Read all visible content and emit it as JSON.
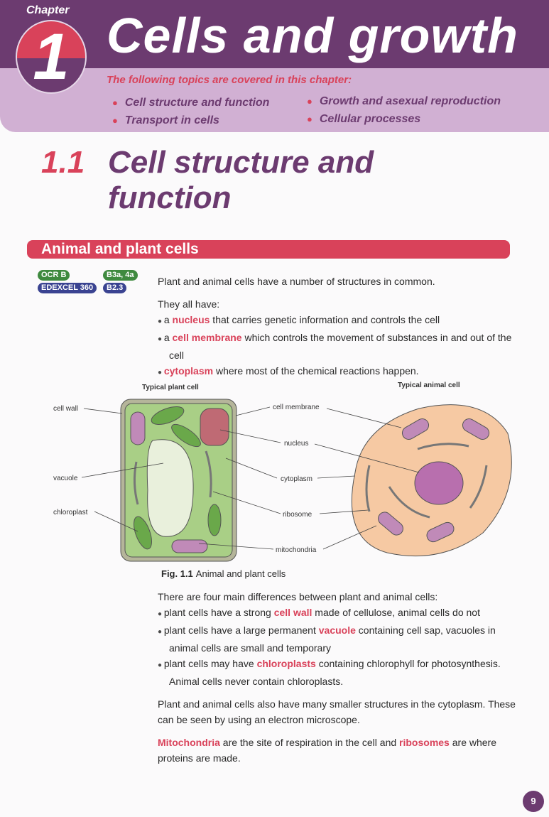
{
  "chapter": {
    "label": "Chapter",
    "number": "1",
    "title": "Cells and growth",
    "covered_intro": "The following topics are covered in this chapter:",
    "topics": [
      "Cell structure and function",
      "Transport in cells",
      "Growth and asexual reproduction",
      "Cellular processes"
    ]
  },
  "section": {
    "number": "1.1",
    "title": "Cell structure and function",
    "subheading": "Animal and plant cells"
  },
  "badges": {
    "ocr": "OCR B",
    "ocr_ref": "B3a, 4a",
    "edexcel": "EDEXCEL 360",
    "edexcel_ref": "B2.3"
  },
  "intro": {
    "p1": "Plant and animal cells have a number of structures in common.",
    "p2": "They all have:",
    "items": [
      {
        "pre": "a ",
        "kw": "nucleus",
        "post": " that carries genetic information and controls the cell"
      },
      {
        "pre": "a ",
        "kw": "cell membrane",
        "post": " which controls the movement of substances in and out of the cell"
      },
      {
        "pre": "",
        "kw": "cytoplasm",
        "post": " where most of the chemical reactions happen."
      }
    ]
  },
  "figure": {
    "plant_title": "Typical plant cell",
    "animal_title": "Typical animal cell",
    "labels": {
      "cell_wall": "cell wall",
      "vacuole": "vacuole",
      "chloroplast": "chloroplast",
      "cell_membrane": "cell membrane",
      "nucleus": "nucleus",
      "cytoplasm": "cytoplasm",
      "ribosome": "ribosome",
      "mitochondria": "mitochondria"
    },
    "caption_num": "Fig. 1.1",
    "caption": "Animal and plant cells"
  },
  "differences": {
    "intro": "There are four main differences between plant and animal cells:",
    "items": [
      {
        "pre": "plant cells have a strong ",
        "kw": "cell wall",
        "post": " made of cellulose, animal cells do not"
      },
      {
        "pre": "plant cells have a large permanent ",
        "kw": "vacuole",
        "post": " containing cell sap, vacuoles in animal cells are small and temporary"
      },
      {
        "pre": "plant cells may have ",
        "kw": "chloroplasts",
        "post": " containing chlorophyll for photosynthesis. Animal cells never contain chloroplasts."
      }
    ]
  },
  "p_small": "Plant and animal cells also have many smaller structures in the cytoplasm. These can be seen by using an electron microscope.",
  "p_last": {
    "kw1": "Mitochondria",
    "mid": " are the site of respiration in the cell and ",
    "kw2": "ribosomes",
    "post": " are where proteins are made."
  },
  "page_number": "9",
  "colors": {
    "purple": "#6c3b70",
    "lavender": "#d1b0d3",
    "red": "#d9425a"
  }
}
